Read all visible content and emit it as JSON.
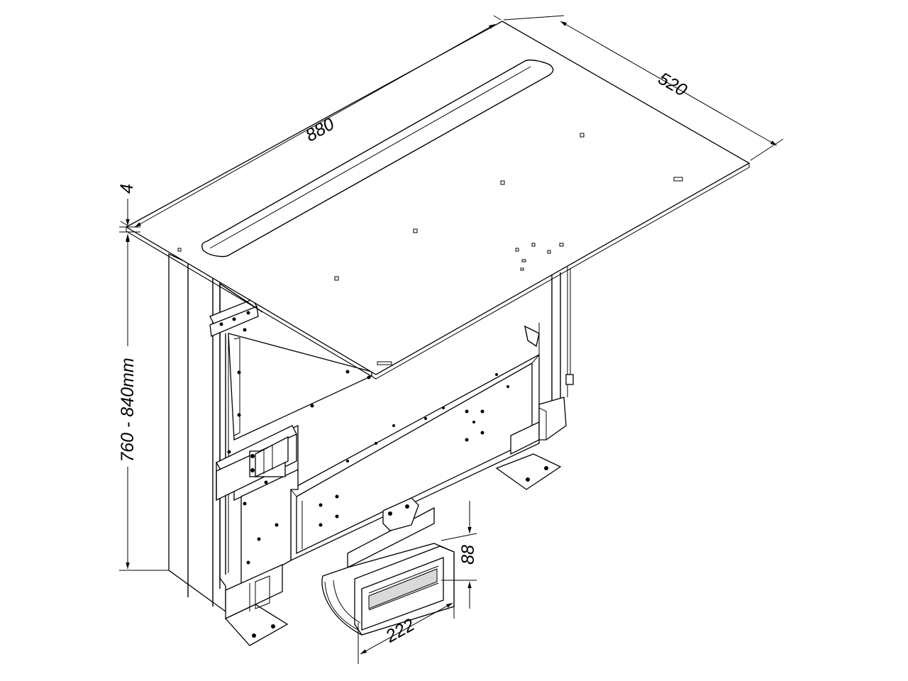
{
  "dimensions": {
    "width": "880",
    "depth": "520",
    "top_thickness": "4",
    "height_range": "760 - 840mm",
    "duct_height": "88",
    "duct_width": "222"
  }
}
